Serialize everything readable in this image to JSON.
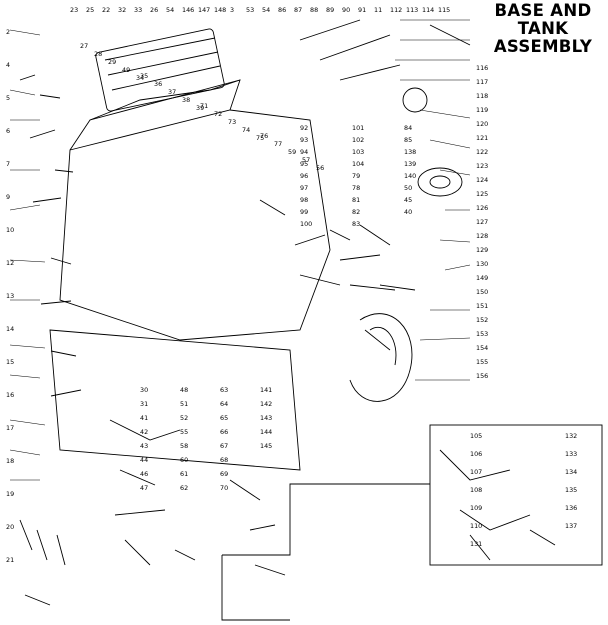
{
  "title": [
    "BASE AND",
    "TANK",
    "ASSEMBLY"
  ],
  "callouts": {
    "top": [
      "23",
      "25",
      "22",
      "32",
      "33",
      "26",
      "54",
      "146",
      "147",
      "148",
      "3",
      "53",
      "54",
      "86",
      "87",
      "88",
      "89",
      "90",
      "91",
      "11",
      "112",
      "113",
      "114",
      "115"
    ],
    "left": [
      "2",
      "4",
      "5",
      "6",
      "7",
      "9",
      "10",
      "12",
      "13",
      "14",
      "15",
      "16",
      "17",
      "18",
      "19",
      "20",
      "21"
    ],
    "upper_center": [
      "27",
      "28",
      "29",
      "49",
      "34",
      "35",
      "36",
      "37",
      "38",
      "39",
      "71",
      "72",
      "73",
      "74",
      "75",
      "76",
      "77",
      "59",
      "57",
      "56"
    ],
    "right_column": [
      "116",
      "117",
      "118",
      "119",
      "120",
      "121",
      "122",
      "123",
      "124",
      "125",
      "126",
      "127",
      "128",
      "129",
      "130",
      "149",
      "150",
      "151",
      "152",
      "153",
      "154",
      "155",
      "156"
    ],
    "mid_center": [
      "92",
      "93",
      "94",
      "95",
      "96",
      "97",
      "98",
      "99",
      "100",
      "101",
      "102",
      "103",
      "104",
      "79",
      "78",
      "81",
      "82",
      "83",
      "84",
      "85",
      "138",
      "139",
      "140",
      "50",
      "45",
      "40"
    ],
    "inset": [
      "105",
      "106",
      "107",
      "108",
      "109",
      "110",
      "131",
      "132",
      "133",
      "134",
      "135",
      "136",
      "137"
    ],
    "bottom": [
      "30",
      "31",
      "41",
      "42",
      "43",
      "44",
      "46",
      "47",
      "48",
      "51",
      "52",
      "55",
      "58",
      "60",
      "61",
      "62",
      "63",
      "64",
      "65",
      "66",
      "67",
      "68",
      "69",
      "70",
      "141",
      "142",
      "143",
      "144",
      "145"
    ]
  }
}
